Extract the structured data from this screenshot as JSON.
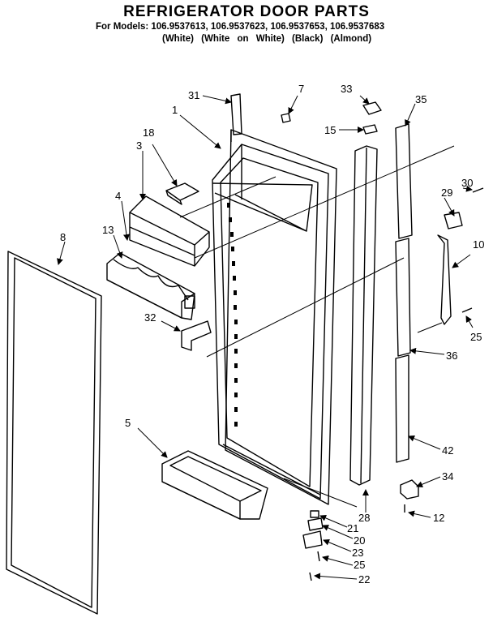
{
  "header": {
    "title": "REFRIGERATOR DOOR PARTS",
    "models": "For Models: 106.9537613, 106.9537623, 106.9537653, 106.9537683",
    "variants": "(White)   (White on White)   (Black)   (Almond)"
  },
  "callouts": {
    "p1": "1",
    "p3": "3",
    "p4": "4",
    "p5": "5",
    "p7": "7",
    "p8": "8",
    "p10": "10",
    "p12": "12",
    "p13": "13",
    "p15": "15",
    "p18": "18",
    "p20": "20",
    "p21": "21",
    "p22": "22",
    "p23": "23",
    "p25a": "25",
    "p25b": "25",
    "p28": "28",
    "p29": "29",
    "p30": "30",
    "p31": "31",
    "p32": "32",
    "p33": "33",
    "p34": "34",
    "p35": "35",
    "p36": "36",
    "p42": "42"
  }
}
